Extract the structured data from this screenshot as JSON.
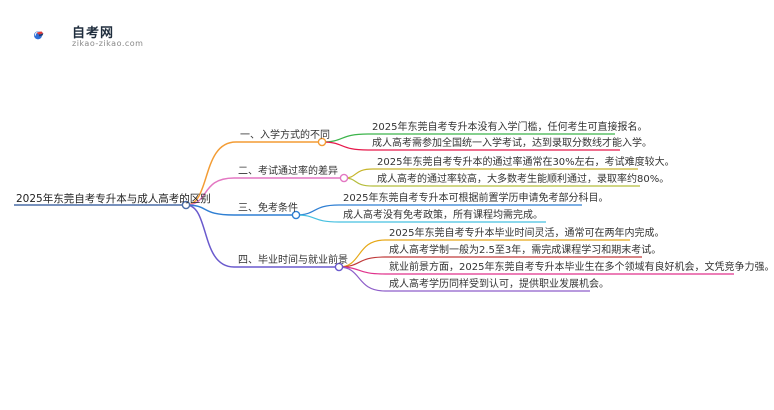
{
  "logo": {
    "title": "自考网",
    "subtitle": "zikao-zikao.com",
    "icon": "graduation-cap-icon",
    "colors": {
      "blue": "#2f6fd6",
      "red": "#e03a3a",
      "navy": "#1f3b70"
    }
  },
  "mindmap": {
    "root": "2025年东莞自考专升本与成人高考的区别",
    "root_color": "#4a6da7",
    "branches": [
      {
        "label": "一、入学方式的不同",
        "color": "#f39c34",
        "leaves": [
          {
            "text": "2025年东莞自考专升本没有入学门槛，任何考生可直接报名。",
            "color": "#3cb44b"
          },
          {
            "text": "成人高考需参加全国统一入学考试，达到录取分数线才能入学。",
            "color": "#e6194b"
          }
        ]
      },
      {
        "label": "二、考试通过率的差异",
        "color": "#e377c2",
        "leaves": [
          {
            "text": "2025年东莞自考专升本的通过率通常在30%左右，考试难度较大。",
            "color": "#c7b52a"
          },
          {
            "text": "成人高考的通过率较高，大多数考生能顺利通过，录取率约80%。",
            "color": "#b5bd3c"
          }
        ]
      },
      {
        "label": "三、免考条件",
        "color": "#2f7fd3",
        "leaves": [
          {
            "text": "2025年东莞自考专升本可根据前置学历申请免考部分科目。",
            "color": "#2f7fd3"
          },
          {
            "text": "成人高考没有免考政策，所有课程均需完成。",
            "color": "#46c0e0"
          }
        ]
      },
      {
        "label": "四、毕业时间与就业前景",
        "color": "#6a5acd",
        "leaves": [
          {
            "text": "2025年东莞自考专升本毕业时间灵活，通常可在两年内完成。",
            "color": "#e6a817"
          },
          {
            "text": "成人高考学制一般为2.5至3年，需完成课程学习和期末考试。",
            "color": "#c03a3a"
          },
          {
            "text": "就业前景方面，2025年东莞自考专升本毕业生在多个领域有良好机会，文凭竞争力强。",
            "color": "#e0328c"
          },
          {
            "text": "成人高考学历同样受到认可，提供职业发展机会。",
            "color": "#8e5ec9"
          }
        ]
      }
    ]
  }
}
